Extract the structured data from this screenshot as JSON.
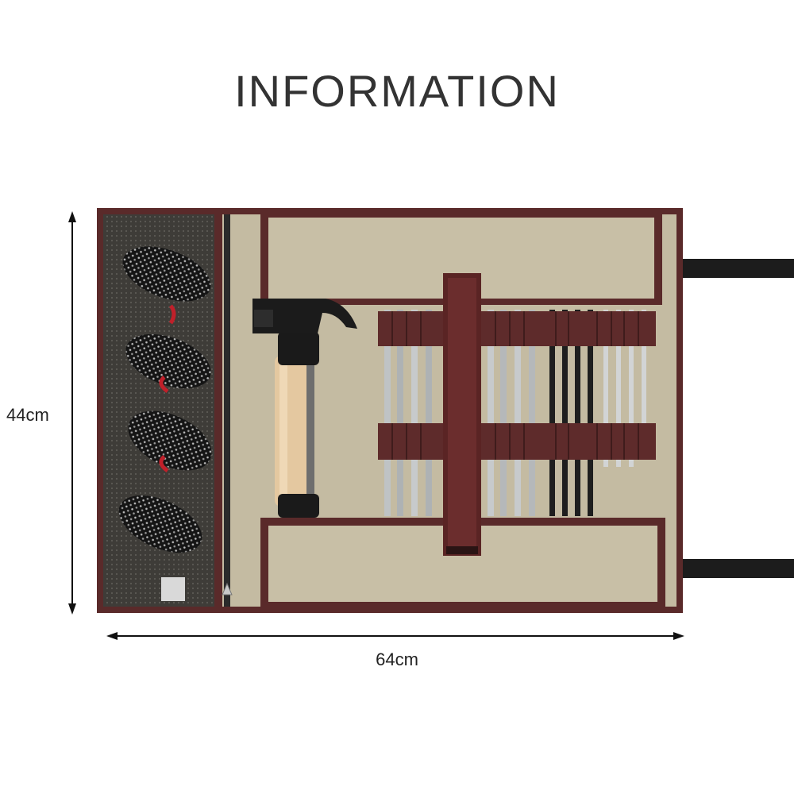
{
  "title": "INFORMATION",
  "dimensions": {
    "height": "44cm",
    "width": "64cm"
  },
  "colors": {
    "canvas": "#c4bba2",
    "border": "#5a2a2a",
    "mesh": "#3e3c38",
    "strap": "#1c1c1c",
    "text": "#333333"
  }
}
